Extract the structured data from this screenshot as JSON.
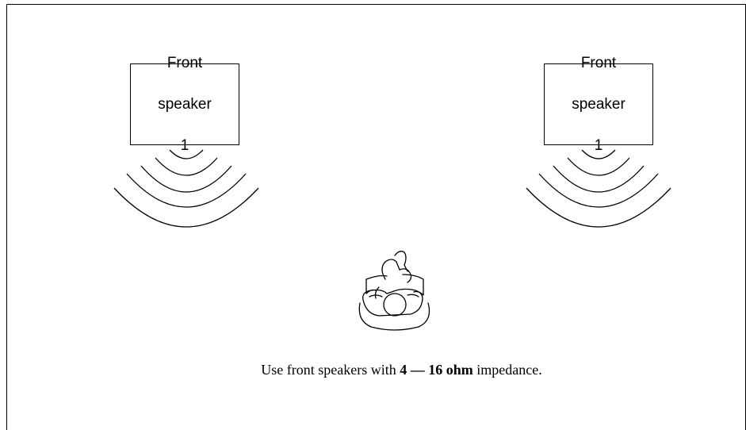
{
  "speakers": [
    {
      "label_lines": [
        "Front",
        "speaker",
        "1"
      ]
    },
    {
      "label_lines": [
        "Front",
        "speaker",
        "1"
      ]
    }
  ],
  "caption": {
    "prefix": "Use front speakers with ",
    "bold": "4 — 16 ohm",
    "suffix": " impedance."
  },
  "icons": {
    "listener": "listener-in-chair-icon",
    "waves": "sound-waves-icon"
  },
  "colors": {
    "line": "#000000",
    "background": "#ffffff"
  }
}
